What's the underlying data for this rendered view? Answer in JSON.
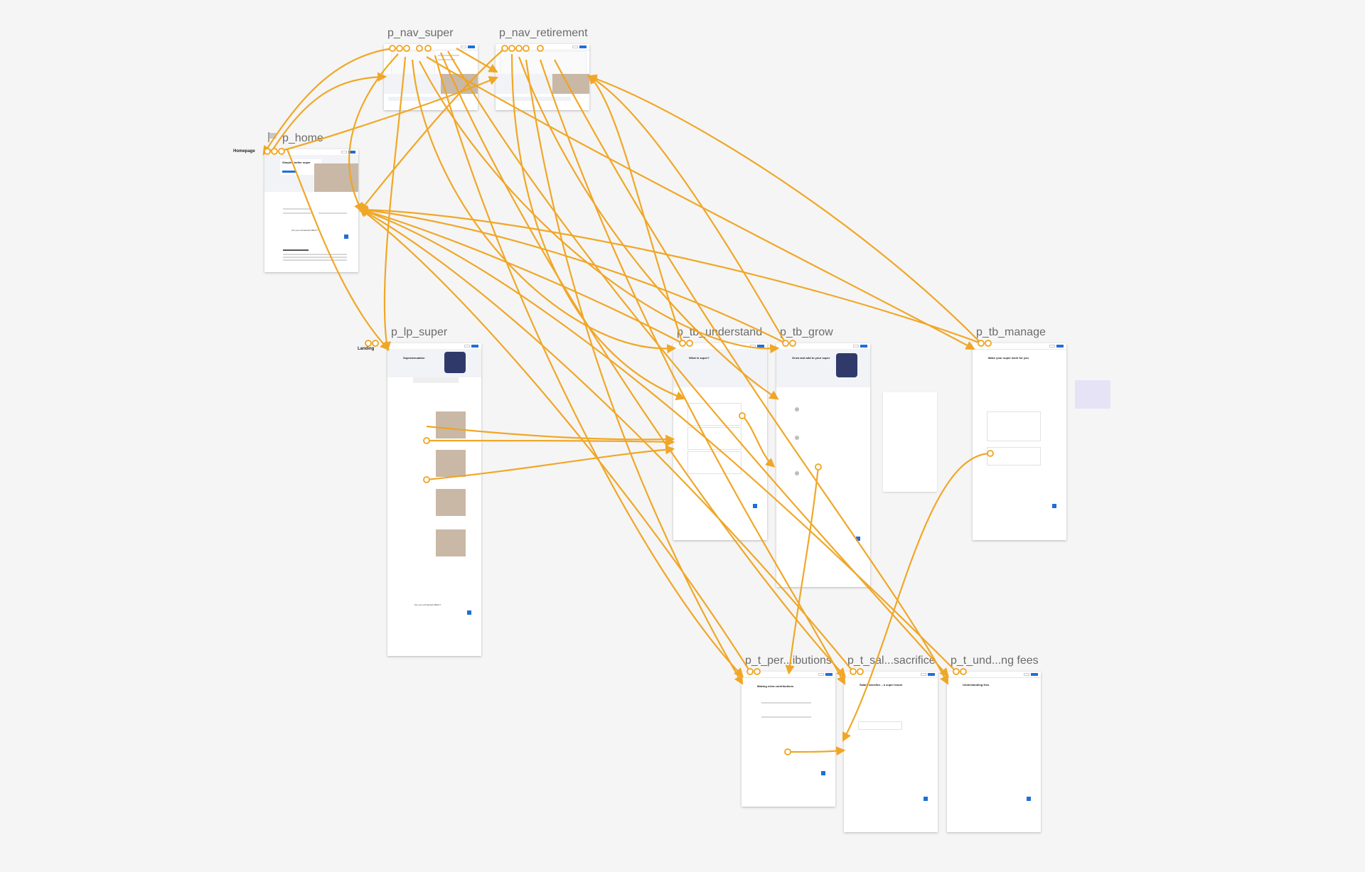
{
  "frames": {
    "p_nav_super": {
      "label": "p_nav_super"
    },
    "p_nav_retirement": {
      "label": "p_nav_retirement"
    },
    "p_home": {
      "label": "p_home",
      "note_title": "Homepage",
      "hero_title": "Simpler, better super",
      "footer_question": "Are you a Financial Officer?"
    },
    "p_lp_super": {
      "label": "p_lp_super",
      "note_title": "Landing",
      "hero_title": "Superannuation",
      "footer_question": "Are you a Financial Officer?"
    },
    "p_tb_understand": {
      "label": "p_tb_understand",
      "hero_title": "What is super?"
    },
    "p_tb_grow": {
      "label": "p_tb_grow",
      "hero_title": "Grow and add to your super"
    },
    "p_tb_manage": {
      "label": "p_tb_manage",
      "hero_title": "Make your super work for you"
    },
    "p_t_pers": {
      "label": "p_t_per...ibutions",
      "hero_title": "Making extra contributions"
    },
    "p_t_sal": {
      "label": "p_t_sal...sacrifice",
      "hero_title": "Salary sacrifice – a super boost"
    },
    "p_t_und": {
      "label": "p_t_und...ng fees",
      "hero_title": "Understanding fees"
    }
  },
  "colors": {
    "arrow": "#f0a31c",
    "accent": "#1e6fd9",
    "canvas": "#f5f5f5"
  },
  "icons": [
    "flag-icon"
  ]
}
